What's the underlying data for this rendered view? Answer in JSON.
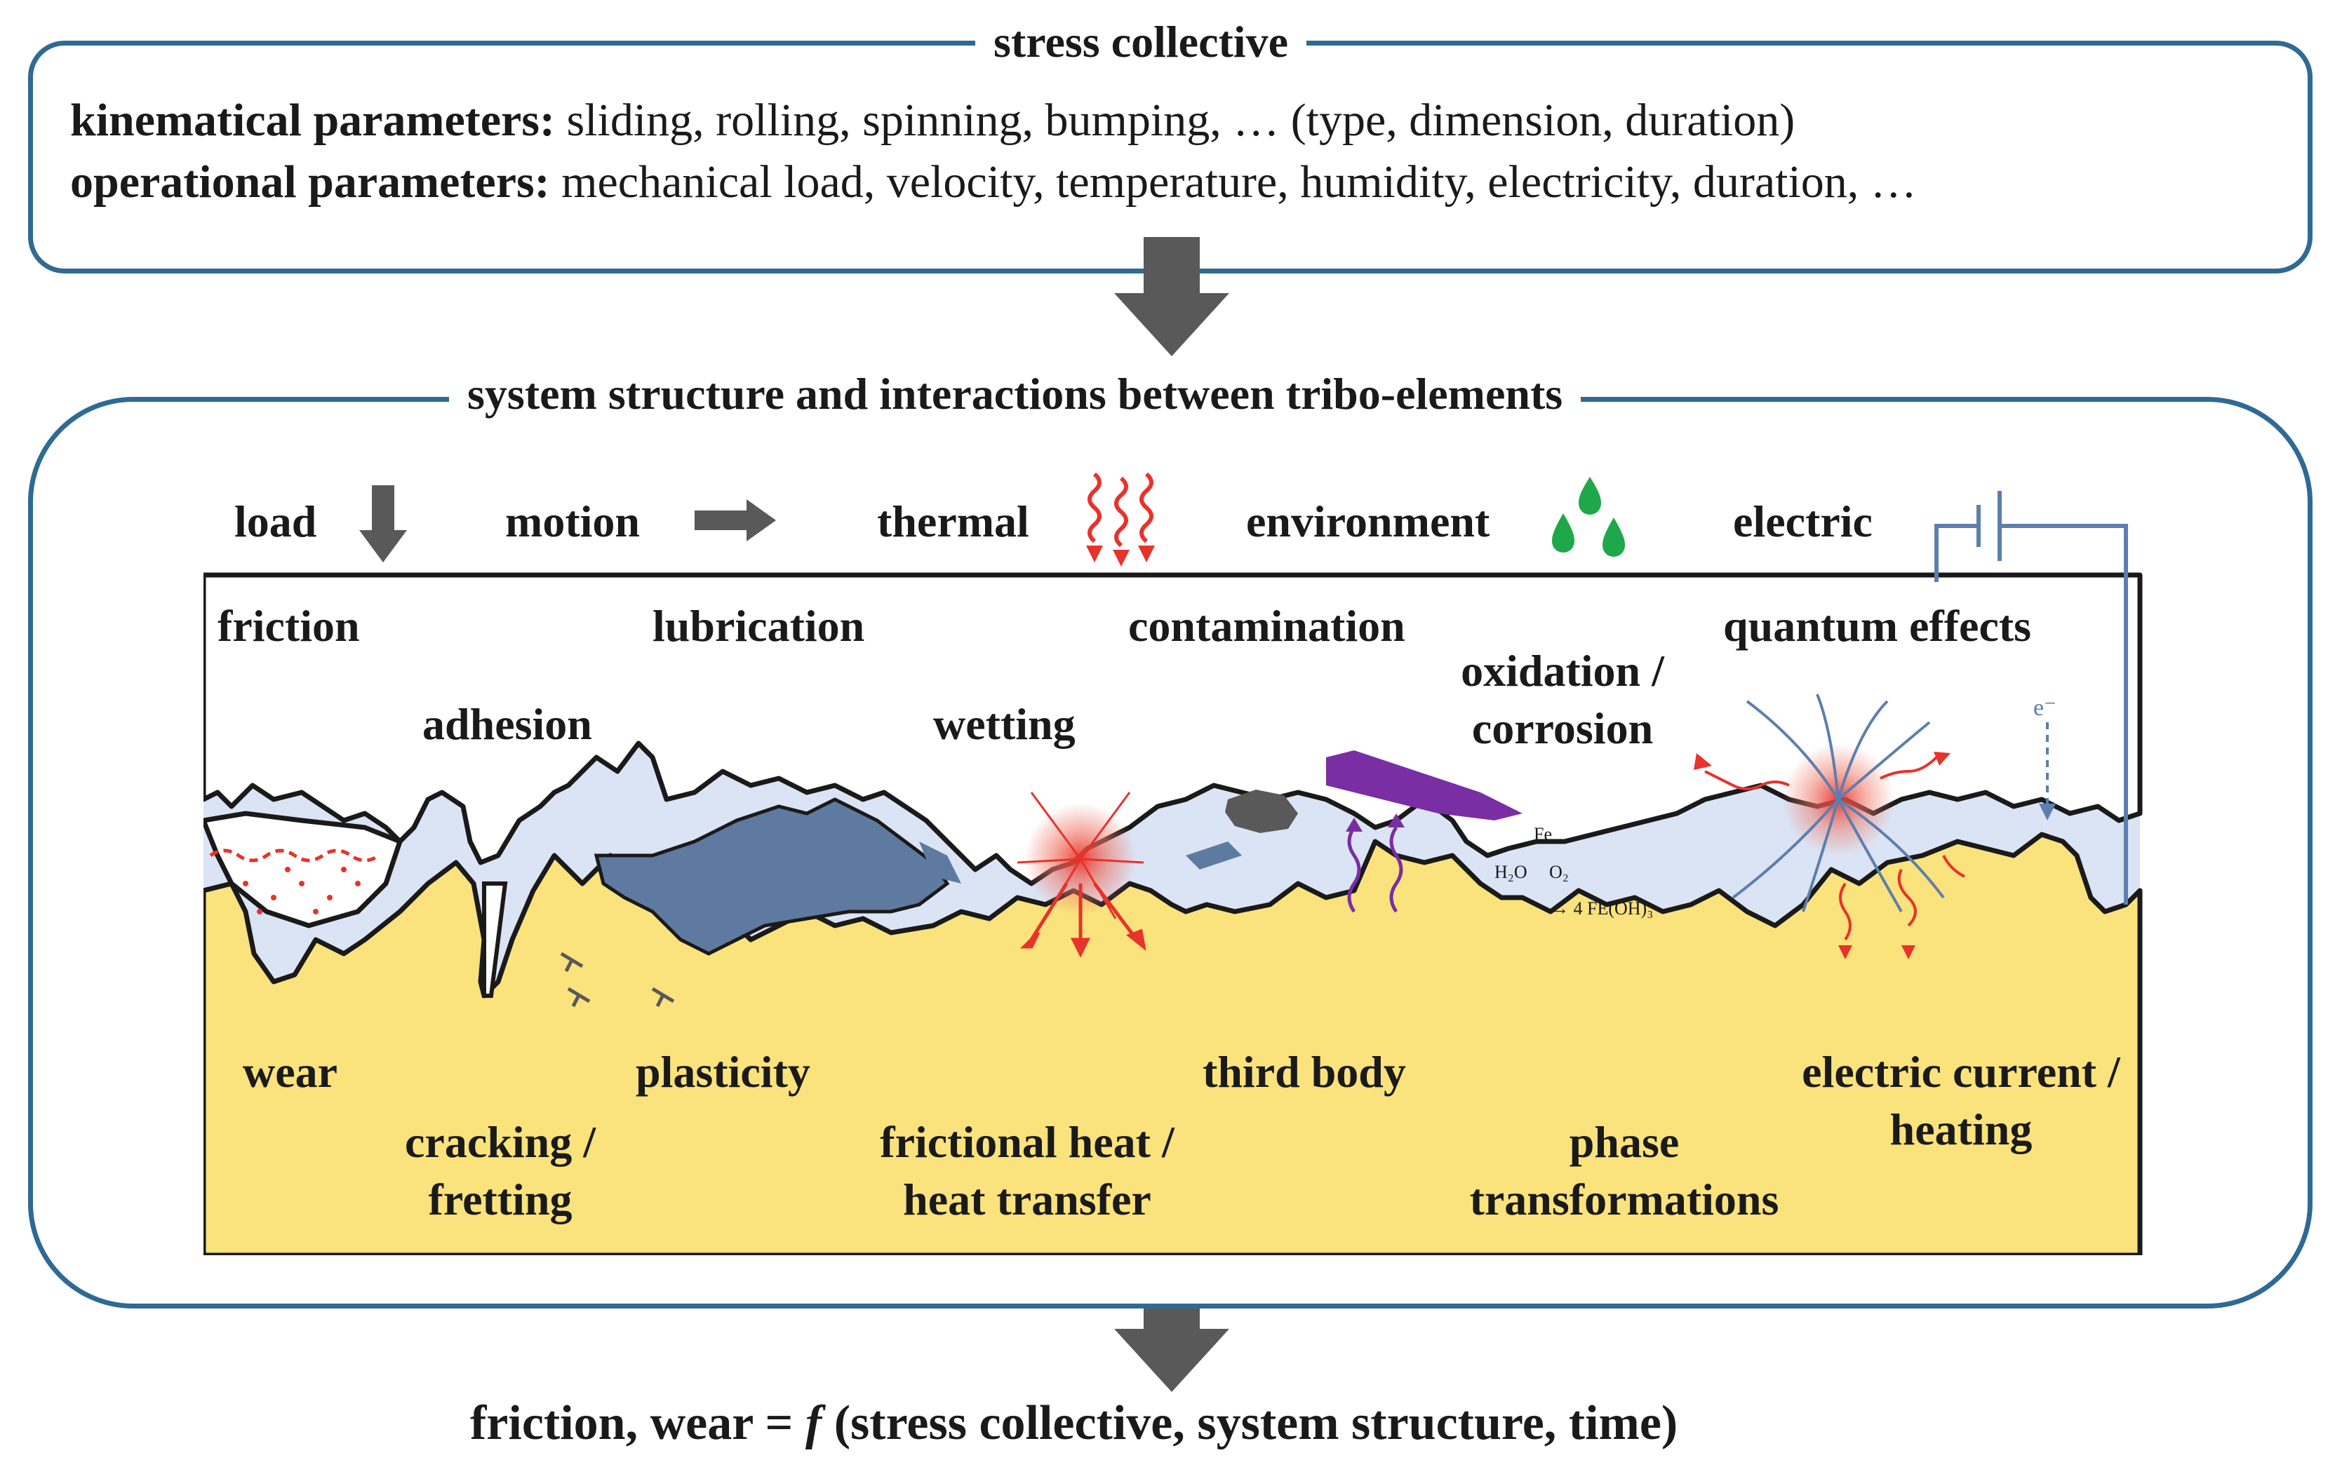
{
  "stress": {
    "title": "stress collective",
    "kinematic_label": "kinematical parameters:",
    "kinematic_text": " sliding, rolling, spinning, bumping, … (type, dimension, duration)",
    "operational_label": "operational parameters:",
    "operational_text": " mechanical load, velocity, temperature, humidity, electricity, duration, …"
  },
  "system": {
    "title": "system structure and interactions between tribo-elements",
    "legend": {
      "load": "load",
      "motion": "motion",
      "thermal": "thermal",
      "environment": "environment",
      "electric": "electric"
    },
    "upper_labels": {
      "friction": "friction",
      "lubrication": "lubrication",
      "contamination": "contamination",
      "quantum": "quantum effects",
      "adhesion": "adhesion",
      "wetting": "wetting",
      "oxidation_1": "oxidation /",
      "oxidation_2": "corrosion"
    },
    "lower_labels": {
      "wear": "wear",
      "plasticity": "plasticity",
      "third_body": "third body",
      "electric_1": "electric current /",
      "electric_2": "heating",
      "cracking_1": "cracking /",
      "cracking_2": "fretting",
      "heat_1": "frictional heat /",
      "heat_2": "heat transfer",
      "phase_1": "phase",
      "phase_2": "transformations"
    },
    "chem": {
      "fe": "Fe",
      "h2o": "H₂O",
      "o2": "O₂",
      "product": "→ 4 FE(OH)₃"
    },
    "electron": "e⁻"
  },
  "result": {
    "formula_pre": "friction, wear = ",
    "formula_f": "f",
    "formula_post": " (stress collective, system structure, time)"
  },
  "colors": {
    "frame": "#2e6a94",
    "sky": "#dbe4f4",
    "ground": "#fae27c",
    "lubricant": "#5f7aa0",
    "oxide": "#7a2ea3",
    "droplet": "#1ea84a",
    "heat": "#e8322a",
    "arrow": "#595959",
    "electric": "#5d7fae"
  },
  "icons": [
    "load-arrow-icon",
    "motion-arrow-icon",
    "thermal-wave-icon",
    "droplet-icon",
    "battery-icon"
  ]
}
